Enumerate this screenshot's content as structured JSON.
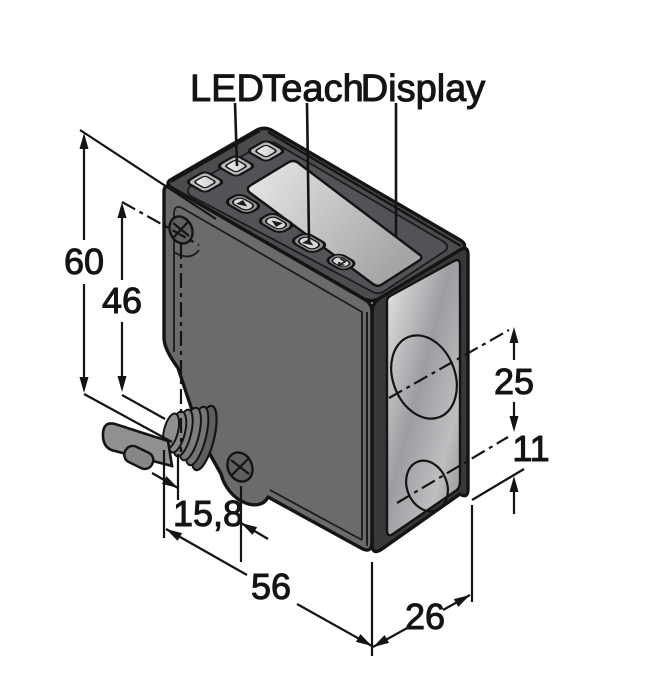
{
  "drawing": {
    "type": "sensor-dimension-diagram",
    "callouts": {
      "led": "LED",
      "teach": "Teach",
      "display": "Display"
    },
    "dimensions_mm": {
      "total_height": "60",
      "mounting_hole_height": "46",
      "hole_offset": "15,8",
      "body_length": "56",
      "body_depth": "26",
      "lens_center_spacing": "25",
      "lower_lens_to_bottom": "11"
    },
    "icons": {
      "led_indicators": "led-dome-button",
      "button_1": "down-arrow-button",
      "button_2": "up-arrow-button",
      "button_3": "teach-enter-button",
      "button_4": "return-button",
      "screws": "phillips-screw",
      "optics": "sensor-lens",
      "cable": "cable-gland"
    },
    "colors": {
      "line": "#141414",
      "front_face": "#6a6b6d",
      "top_face": "#4b4c4e",
      "recess": "#525356",
      "side_frame": "#37383a",
      "dome_base": "#b9babc",
      "dome_top": "#ebebed",
      "button_base": "#8e8f91",
      "button_face": "#d6d7d9",
      "glyph": "#1d1d1f",
      "cable": "#8f9092",
      "gland": "#737476",
      "highlight": "#909194"
    }
  }
}
